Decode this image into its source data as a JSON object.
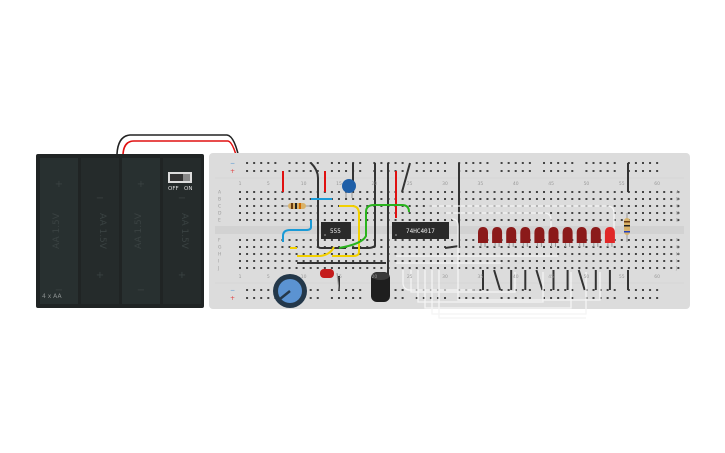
{
  "battery": {
    "label": "4 x AA",
    "cell_label": "AA 1.5V",
    "switch_off": "OFF",
    "switch_on": "ON",
    "plus": "+",
    "minus": "−"
  },
  "breadboard": {
    "rail_minus": "−",
    "rail_plus": "+",
    "rows_top": [
      "A",
      "B",
      "C",
      "D",
      "E"
    ],
    "rows_bottom": [
      "F",
      "G",
      "H",
      "I",
      "J"
    ],
    "column_labels": [
      "1",
      "5",
      "10",
      "15",
      "20",
      "25",
      "30",
      "35",
      "40",
      "45",
      "50",
      "55",
      "60"
    ]
  },
  "components": {
    "timer_chip": "555",
    "counter_chip": "74HC4017",
    "led_count": 10
  },
  "colors": {
    "led": "#8b1a1a",
    "led_lit": "#e02828",
    "wire_red": "#e01010",
    "wire_yellow": "#f2d000",
    "wire_green": "#29b31d",
    "wire_blue": "#1a9ad6",
    "wire_white": "#f4f4f4"
  }
}
